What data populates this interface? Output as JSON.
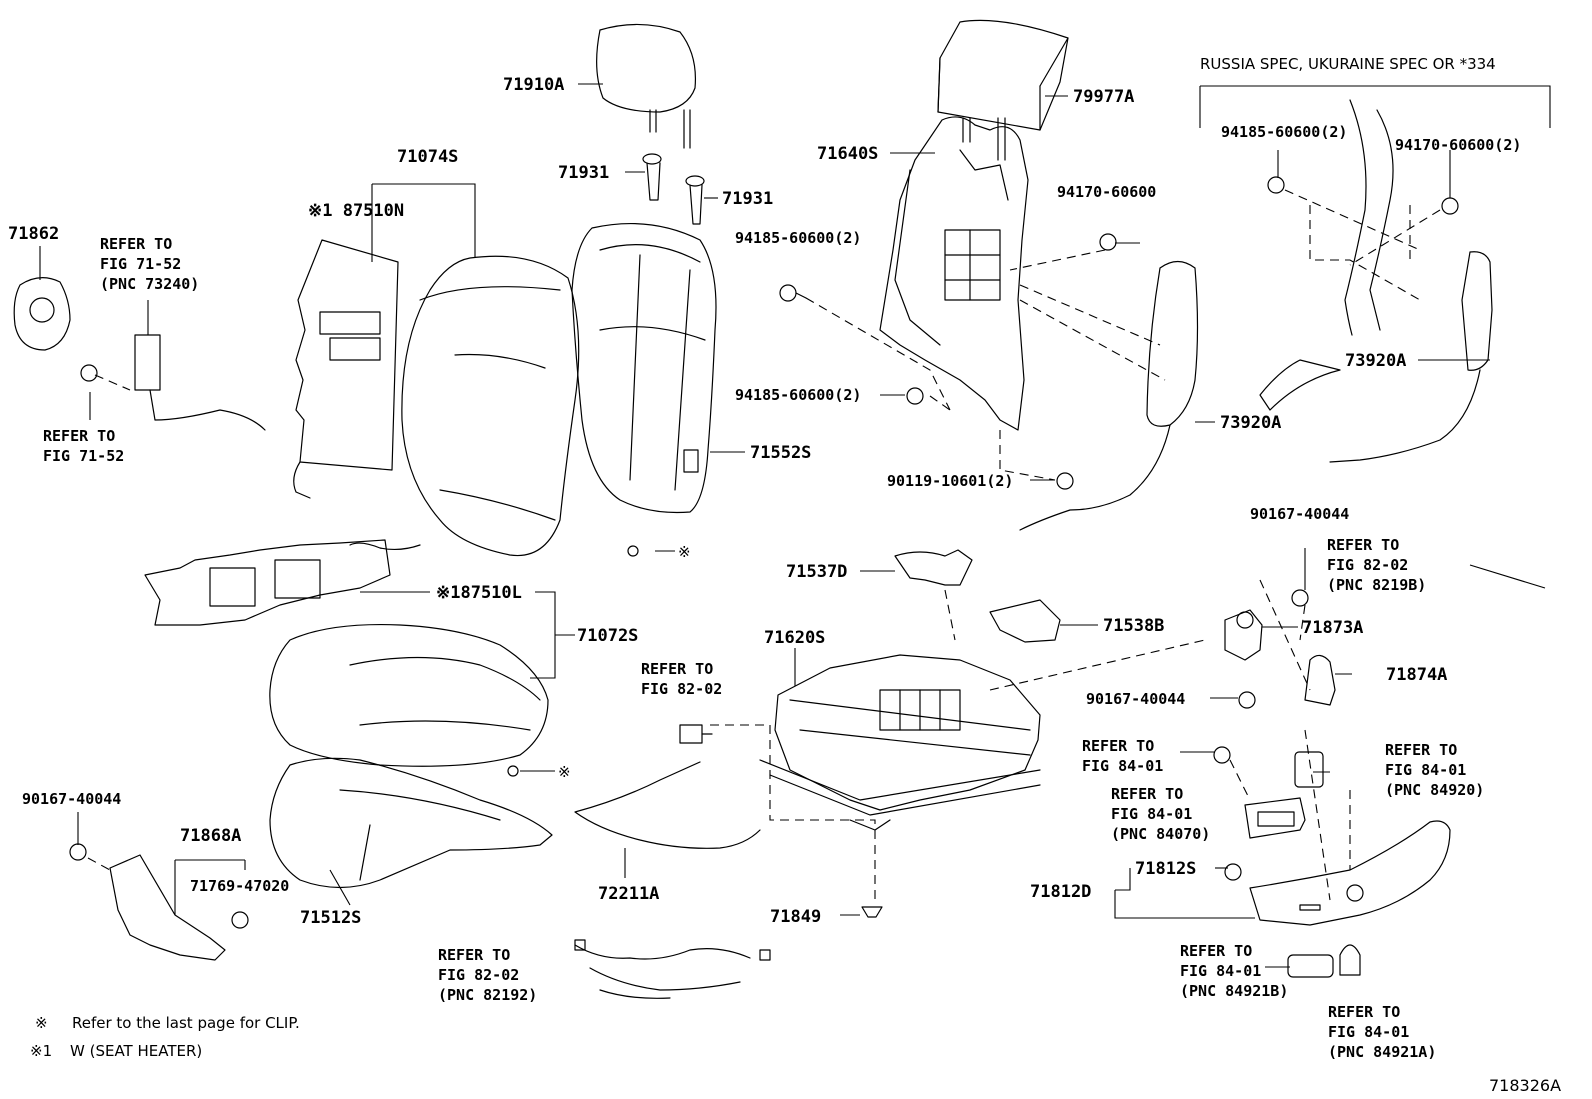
{
  "figure_id": "718326A",
  "spec_note": "RUSSIA SPEC, UKURAINE SPEC OR *334",
  "parts": {
    "p71910A": "71910A",
    "p79977A": "79977A",
    "p71074S": "71074S",
    "p87510N": "※1 87510N",
    "p71931a": "71931",
    "p71931b": "71931",
    "p71640S": "71640S",
    "p94185_60600_2a": "94185-60600(2)",
    "p94170_60600_2": "94170-60600(2)",
    "p71862": "71862",
    "p94170_60600": "94170-60600",
    "p94185_60600_2b": "94185-60600(2)",
    "p94185_60600_2c": "94185-60600(2)",
    "p73920A_right": "73920A",
    "p71552S": "71552S",
    "p73920A_mid": "73920A",
    "p90119_10601_2": "90119-10601(2)",
    "p90167_40044_a": "90167-40044",
    "p71537D": "71537D",
    "p87510L": "※187510L",
    "p71538B": "71538B",
    "p71873A": "71873A",
    "p71072S": "71072S",
    "p71620S": "71620S",
    "p90167_40044_b": "90167-40044",
    "p71874A": "71874A",
    "p90167_40044_c": "90167-40044",
    "p71868A": "71868A",
    "p71769_47020": "71769-47020",
    "p71512S": "71512S",
    "p72211A": "72211A",
    "p71812S": "71812S",
    "p71812D": "71812D",
    "p71849": "71849"
  },
  "clip_marks": {
    "clip_upper": "※",
    "clip_lower": "※"
  },
  "refs": {
    "ref_73240": [
      "REFER TO",
      "FIG 71-52",
      "(PNC 73240)"
    ],
    "ref_71_52": [
      "REFER TO",
      "FIG 71-52"
    ],
    "ref_8219B": [
      "REFER TO",
      "FIG 82-02",
      "(PNC 8219B)"
    ],
    "ref_82_02": [
      "REFER TO",
      "FIG 82-02"
    ],
    "ref_84_01": [
      "REFER TO",
      "FIG 84-01"
    ],
    "ref_84920": [
      "REFER TO",
      "FIG 84-01",
      "(PNC 84920)"
    ],
    "ref_84070": [
      "REFER TO",
      "FIG 84-01",
      "(PNC 84070)"
    ],
    "ref_84921B": [
      "REFER TO",
      "FIG 84-01",
      "(PNC 84921B)"
    ],
    "ref_82192": [
      "REFER TO",
      "FIG 82-02",
      "(PNC 82192)"
    ],
    "ref_84921A": [
      "REFER TO",
      "FIG 84-01",
      "(PNC 84921A)"
    ]
  },
  "notes": {
    "clip_note_symbol": "※",
    "clip_note": "Refer to the last page for CLIP.",
    "heater_note_symbol": "※1",
    "heater_note": "W (SEAT  HEATER)"
  }
}
